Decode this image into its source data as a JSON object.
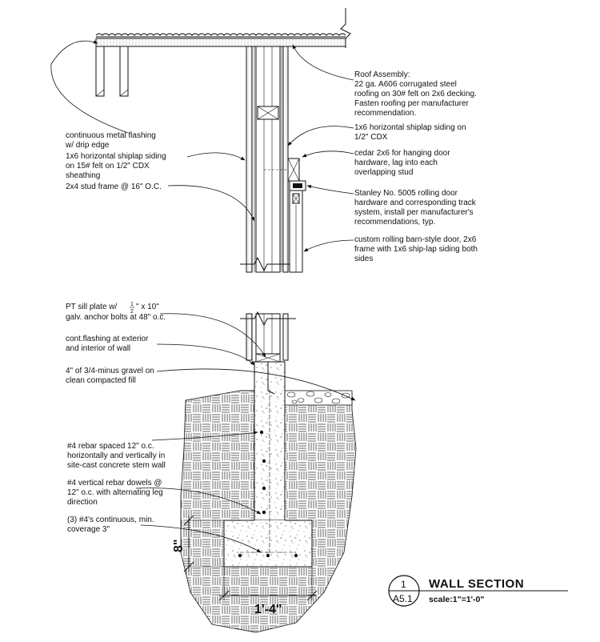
{
  "annotations": {
    "roof_assembly": [
      "Roof Assembly:",
      "22 ga. A606 corrugated steel",
      "roofing on 30# felt on 2x6 decking.",
      "Fasten roofing per manufacturer",
      "recommendation."
    ],
    "flashing_drip": [
      "continuous metal flashing",
      "w/ drip edge"
    ],
    "siding_exterior": [
      "1x6 horizontal shiplap siding",
      "on 15# felt on 1/2\" CDX",
      "sheathing"
    ],
    "stud_frame": [
      "2x4 stud frame @ 16\" O.C."
    ],
    "siding_interior": [
      "1x6 horizontal shiplap siding on",
      "1/2\" CDX"
    ],
    "cedar_hanger": [
      "cedar 2x6 for hanging door",
      "hardware, lag into each",
      "overlapping stud"
    ],
    "track_system": [
      "Stanley No. 5005 rolling door",
      "hardware and corresponding track",
      "system, install per manufacturer's",
      "recommendations, typ."
    ],
    "barn_door": [
      "custom rolling barn-style door, 2x6",
      "frame with 1x6 ship-lap siding both",
      "sides"
    ],
    "sill_plate_a": "PT sill plate w/",
    "sill_plate_frac_num": "1",
    "sill_plate_frac_den": "2",
    "sill_plate_b": "\" x 10\"",
    "sill_plate_c": "galv. anchor bolts at 48\" o.c.",
    "cont_flashing": [
      "cont.flashing at exterior",
      "and interior of wall"
    ],
    "gravel": [
      "4\" of 3/4-minus gravel on",
      "clean compacted fill"
    ],
    "rebar_spaced": [
      "#4 rebar spaced 12\" o.c.",
      "horizontally and vertically in",
      "site-cast concrete stem wall"
    ],
    "rebar_dowels": [
      "#4 vertical rebar dowels @",
      "12\" o.c. with alternating leg",
      "direction"
    ],
    "continuous_bars": [
      "(3) #4's continuous, min.",
      "coverage 3\""
    ]
  },
  "dimensions": {
    "footing_depth": "8\"",
    "footing_width": "1'-4\""
  },
  "title_block": {
    "detail_number": "1",
    "sheet_number": "A5.1",
    "title": "WALL SECTION",
    "scale": "scale:1\"=1'-0\""
  },
  "colors": {
    "ink": "#111111",
    "background": "#ffffff"
  }
}
